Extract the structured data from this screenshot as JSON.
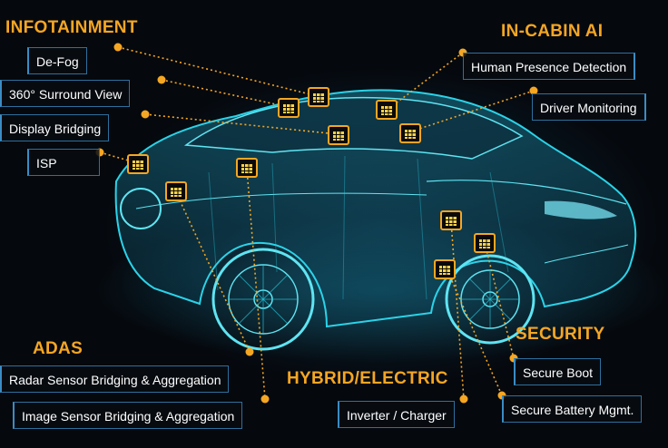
{
  "sections": {
    "infotainment": {
      "title": "INFOTAINMENT",
      "items": [
        "De-Fog",
        "360° Surround View",
        "Display Bridging",
        "ISP"
      ]
    },
    "in_cabin_ai": {
      "title": "IN-CABIN AI",
      "items": [
        "Human Presence Detection",
        "Driver Monitoring"
      ]
    },
    "adas": {
      "title": "ADAS",
      "items": [
        "Radar Sensor Bridging & Aggregation",
        "Image Sensor Bridging & Aggregation"
      ]
    },
    "hybrid_electric": {
      "title": "HYBRID/ELECTRIC",
      "items": [
        "Inverter / Charger"
      ]
    },
    "security": {
      "title": "SECURITY",
      "items": [
        "Secure Boot",
        "Secure Battery Mgmt."
      ]
    }
  },
  "colors": {
    "accent": "#f5a623",
    "label_border": "#2f6f9e",
    "car_wireframe": "#2bd3e8",
    "background": "#05080d"
  },
  "icons": {
    "chip": "fpga-chip-icon",
    "connector_dot": "connector-dot"
  }
}
